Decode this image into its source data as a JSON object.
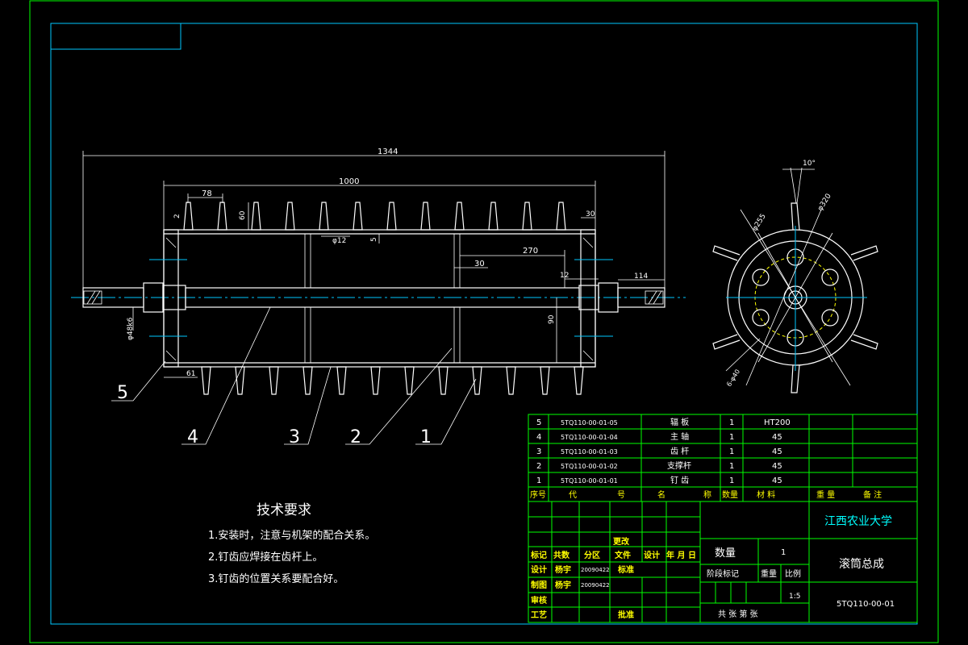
{
  "dimensions": {
    "overall_length": "1344",
    "drum_length": "1000",
    "tooth_spacing": "78",
    "tooth_height": "60",
    "end_width": "30",
    "ring_gap": "2",
    "rod_dia": "φ12",
    "wall": "5",
    "support_pos": "270",
    "support_width": "30",
    "hub": "12",
    "shaft_end": "114",
    "offset": "90",
    "left_end": "61",
    "shaft_dia": "φ48k6",
    "angle": "10°",
    "dia_outer": "φ320",
    "dia_inner": "φ255",
    "holes": "6-φ40"
  },
  "balloons": [
    "1",
    "2",
    "3",
    "4",
    "5"
  ],
  "tech_requirements": {
    "title": "技术要求",
    "items": [
      "1.安装时，注意与机架的配合关系。",
      "2.钉齿应焊接在齿杆上。",
      "3.钉齿的位置关系要配合好。"
    ]
  },
  "parts_list": [
    {
      "no": "5",
      "code": "5TQ110-00-01-05",
      "name": "辐  板",
      "qty": "1",
      "material": "HT200"
    },
    {
      "no": "4",
      "code": "5TQ110-00-01-04",
      "name": "主  轴",
      "qty": "1",
      "material": "45"
    },
    {
      "no": "3",
      "code": "5TQ110-00-01-03",
      "name": "齿  杆",
      "qty": "1",
      "material": "45"
    },
    {
      "no": "2",
      "code": "5TQ110-00-01-02",
      "name": "支撑杆",
      "qty": "1",
      "material": "45"
    },
    {
      "no": "1",
      "code": "5TQ110-00-01-01",
      "name": "钉  齿",
      "qty": "1",
      "material": "45"
    }
  ],
  "parts_header": {
    "no": "序号",
    "code_a": "代",
    "code_b": "号",
    "name_a": "名",
    "name_b": "称",
    "qty": "数量",
    "material": "材  料",
    "weight": "重  量",
    "remark": "备  注"
  },
  "title_block": {
    "university": "江西农业大学",
    "drawing_name": "滚筒总成",
    "drawing_no": "5TQ110-00-01",
    "qty_label": "数量",
    "qty_value": "1",
    "stage_label": "阶段标记",
    "weight_label": "重量",
    "scale_label": "比例",
    "scale_value": "1:5",
    "sheets": "共    张  第    张",
    "change": "更改",
    "mark": "标记",
    "count": "共数",
    "zone": "分区",
    "file": "文件",
    "designer_label": "设计",
    "date_label": "年 月 日",
    "design": "设计",
    "design_name": "杨宇",
    "design_date": "20090422",
    "standard": "标准",
    "draw": "制图",
    "draw_name": "杨宇",
    "draw_date": "20090422",
    "check": "审核",
    "craft": "工艺",
    "approve": "批准"
  }
}
